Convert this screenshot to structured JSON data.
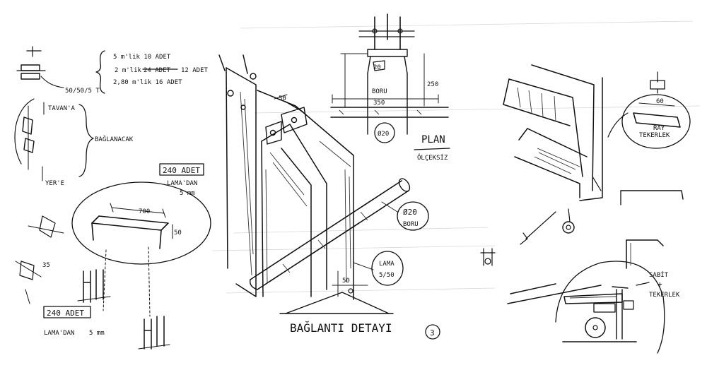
{
  "left_sketch": {
    "profile_dim": "50/50/5 T",
    "qty_line_1": "5 m'lik 10 ADET",
    "qty_line_2_a": "2 m'lik",
    "qty_line_2_struck": "24 ADET",
    "qty_line_2_b": "12 ADET",
    "qty_line_3": "2,80 m'lik 16 ADET",
    "to_ceiling": "TAVAN'A",
    "to_floor": "YER'E",
    "fastened": "BAĞLANACAK",
    "count_top": "240 ADET",
    "from_plate_top": "LAMA'DAN",
    "unit_top": "5 mm",
    "dim_700": "700",
    "dim_50": "50",
    "count_bottom": "240 ADET",
    "from_plate_bottom": "LAMA'DAN",
    "unit_bottom": "5 mm",
    "small_35": "35"
  },
  "center_detail": {
    "dim_50": "50",
    "dim_20": "20",
    "pipe_label": "BORU",
    "pipe_dim": "350",
    "dim_250": "250",
    "dia_20": "Ø20",
    "plan": "PLAN",
    "unscaled": "ÖLÇEKSİZ",
    "pipe_callout_dia": "Ø20",
    "pipe_callout_label": "BORU",
    "plate_label": "LAMA",
    "plate_dim": "5/50",
    "dim_50_b": "50",
    "title": "BAĞLANTI DETAYI",
    "sheet_no": "3"
  },
  "right_sketch": {
    "dim_60": "60",
    "rail": "RAY",
    "rail_2": "TEKERLEK",
    "fixed": "SABİT",
    "plus": "+",
    "wheel": "TEKERLEK"
  }
}
